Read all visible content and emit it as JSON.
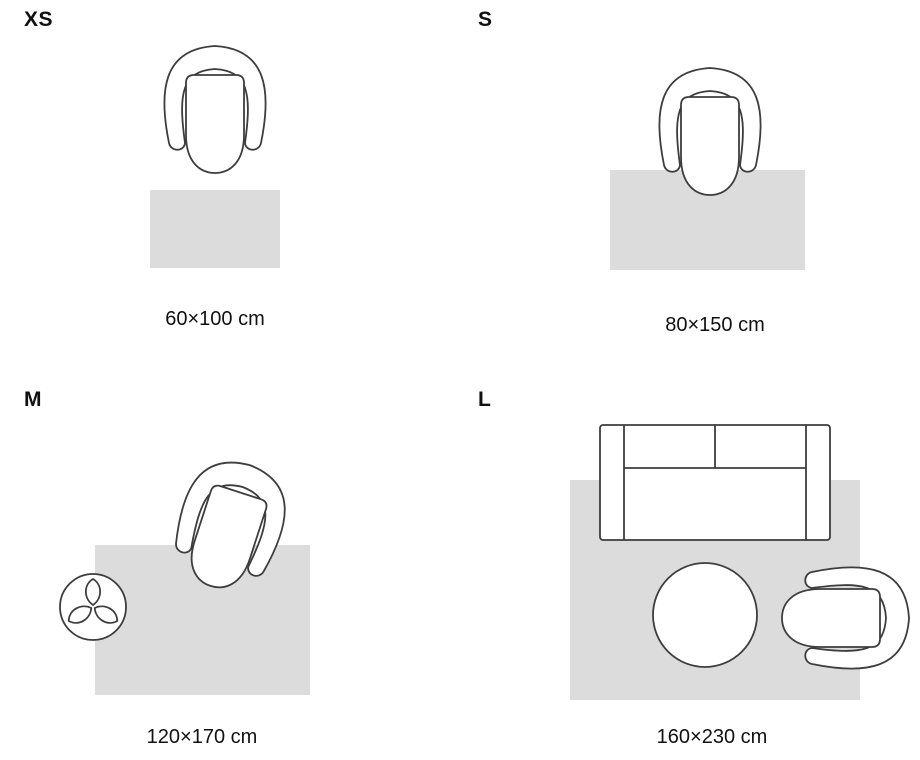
{
  "colors": {
    "background": "#ffffff",
    "rug_fill": "#dcdcdc",
    "outline": "#3d3d3d",
    "text": "#111111"
  },
  "sizes": [
    {
      "id": "xs",
      "label": "XS",
      "dimensions": "60×100 cm",
      "furniture": [
        "armchair-top-view"
      ]
    },
    {
      "id": "s",
      "label": "S",
      "dimensions": "80×150 cm",
      "furniture": [
        "armchair-top-view"
      ]
    },
    {
      "id": "m",
      "label": "M",
      "dimensions": "120×170 cm",
      "furniture": [
        "armchair-top-view",
        "plant-top-view"
      ]
    },
    {
      "id": "l",
      "label": "L",
      "dimensions": "160×230 cm",
      "furniture": [
        "sofa-top-view",
        "round-table-top-view",
        "armchair-top-view"
      ]
    }
  ]
}
